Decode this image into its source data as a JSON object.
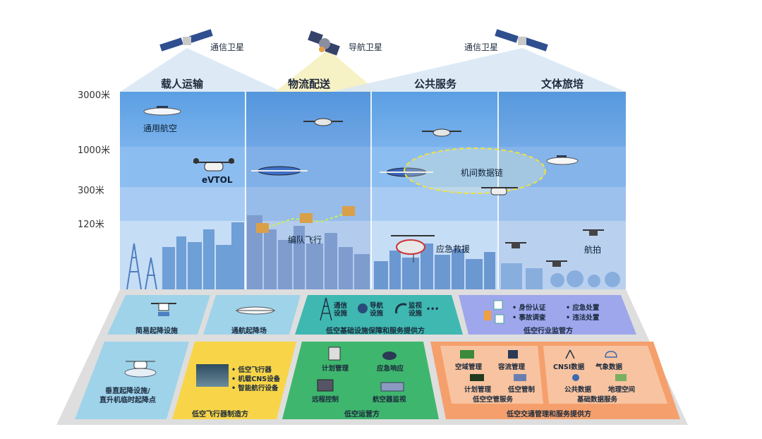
{
  "satellites": {
    "comm_left": "通信卫星",
    "nav": "导航卫星",
    "comm_right": "通信卫星"
  },
  "zones": [
    "载人运输",
    "物流配送",
    "公共服务",
    "文体旅培"
  ],
  "altitudes": [
    "3000米",
    "1000米",
    "300米",
    "120米"
  ],
  "sky_labels": {
    "general_aviation": "通用航空",
    "evtol": "eVTOL",
    "formation": "编队飞行",
    "datalink": "机间数据链",
    "rescue": "应急救援",
    "aerial_photo": "航拍"
  },
  "row1": {
    "simple_takeoff": "简易起降设施",
    "airfield": "通航起降场",
    "infra": {
      "comm": "通信\n设施",
      "nav": "导航\n设施",
      "monitor": "监视\n设施",
      "more": "•••",
      "title": "低空基础设施保障和服务提供方"
    },
    "regulator": {
      "items": [
        "• 身份认证",
        "• 应急处置",
        "• 事故调查",
        "• 违法处置"
      ],
      "title": "低空行业监管方"
    }
  },
  "row2": {
    "vertiport": "垂直起降设施/\n直升机临时起降点",
    "manufacturer": {
      "items": [
        "• 低空飞行器",
        "• 机载CNS设备",
        "• 智能航行设备"
      ],
      "title": "低空飞行器制造方"
    },
    "operator": {
      "items": [
        "计划管理",
        "应急响应",
        "远程控制",
        "航空器监视"
      ],
      "title": "低空运营方"
    },
    "traffic": {
      "atm_items": [
        "空域管理",
        "容流管理",
        "计划管理",
        "低空管制"
      ],
      "atm_title": "低空空管服务",
      "data_items": [
        "CNSI数据",
        "气象数据",
        "公共数据",
        "地理空间"
      ],
      "data_title": "基础数据服务",
      "title": "低空交通管理和服务提供方"
    }
  },
  "colors": {
    "sky_top": "#5b9fe3",
    "sky_mid": "#8cbdf0",
    "sky_low": "#b9d7f5",
    "tile_blue": "#9fd3ea",
    "tile_teal": "#3eb8b0",
    "tile_purple": "#9ea6ec",
    "tile_yellow": "#f8d548",
    "tile_green": "#3fb66e",
    "tile_orange": "#f5a06c",
    "platform": "#dedede"
  }
}
